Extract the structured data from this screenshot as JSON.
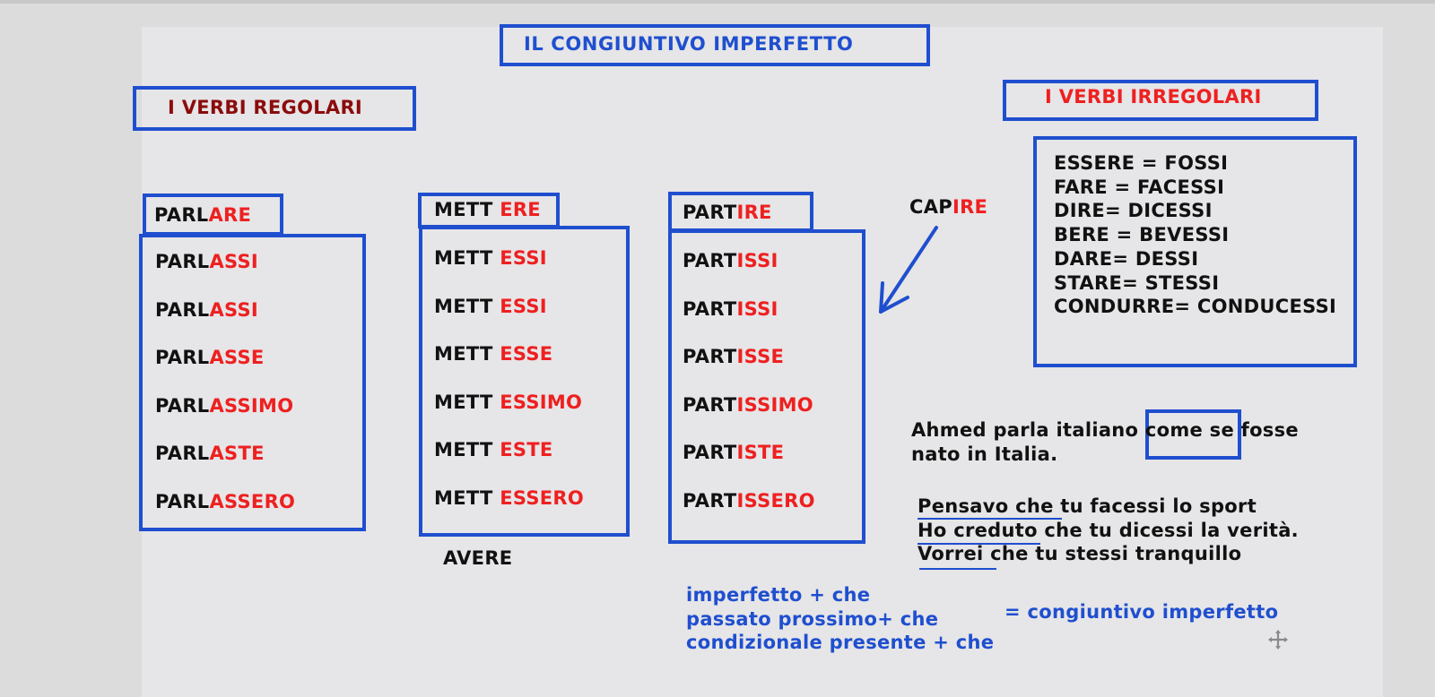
{
  "title": "IL CONGIUNTIVO IMPERFETTO",
  "regular_heading": "I VERBI REGOLARI",
  "irregular_heading": "I VERBI IRREGOLARI",
  "verbs": [
    {
      "stem": "PARL",
      "ending": "ARE",
      "forms": [
        {
          "stem": "PARL",
          "ending": "ASSI"
        },
        {
          "stem": "PARL",
          "ending": "ASSI"
        },
        {
          "stem": "PARL",
          "ending": "ASSE"
        },
        {
          "stem": "PARL",
          "ending": "ASSIMO"
        },
        {
          "stem": "PARL",
          "ending": "ASTE"
        },
        {
          "stem": "PARL",
          "ending": "ASSERO"
        }
      ]
    },
    {
      "stem": "METT ",
      "ending": "ERE",
      "forms": [
        {
          "stem": "METT ",
          "ending": "ESSI"
        },
        {
          "stem": "METT ",
          "ending": "ESSI"
        },
        {
          "stem": "METT ",
          "ending": "ESSE"
        },
        {
          "stem": "METT ",
          "ending": "ESSIMO"
        },
        {
          "stem": "METT ",
          "ending": "ESTE"
        },
        {
          "stem": "METT ",
          "ending": "ESSERO"
        }
      ]
    },
    {
      "stem": "PART",
      "ending": "IRE",
      "forms": [
        {
          "stem": "PART",
          "ending": "ISSI"
        },
        {
          "stem": "PART",
          "ending": "ISSI"
        },
        {
          "stem": "PART",
          "ending": "ISSE"
        },
        {
          "stem": "PART",
          "ending": "ISSIMO"
        },
        {
          "stem": "PART",
          "ending": "ISTE"
        },
        {
          "stem": "PART",
          "ending": "ISSERO"
        }
      ]
    }
  ],
  "avere_note": "AVERE",
  "capire": {
    "stem": "CAP",
    "ending": "IRE"
  },
  "irregulars": [
    "ESSERE = FOSSI",
    "FARE = FACESSI",
    "DIRE= DICESSI",
    "BERE = BEVESSI",
    "DARE= DESSI",
    "STARE= STESSI",
    "CONDURRE= CONDUCESSI"
  ],
  "example1": {
    "before": "Ahmed parla italiano ",
    "boxed": "come se",
    "after": " fosse",
    "line2": "nato in Italia."
  },
  "examples": [
    "Pensavo che tu facessi lo sport",
    "Ho creduto che tu dicessi la verità.",
    "Vorrei che tu stessi tranquillo"
  ],
  "formula_lines": [
    "imperfetto + che",
    "passato prossimo+ che",
    "condizionale presente + che"
  ],
  "formula_result": "= congiuntivo imperfetto",
  "colors": {
    "accent": "#1f4fcf",
    "ending": "#ee2020",
    "heading_regular": "#8b0b0b"
  },
  "icons": {
    "arrow": "arrow-down-left-icon",
    "cursor": "move-cursor-icon"
  }
}
